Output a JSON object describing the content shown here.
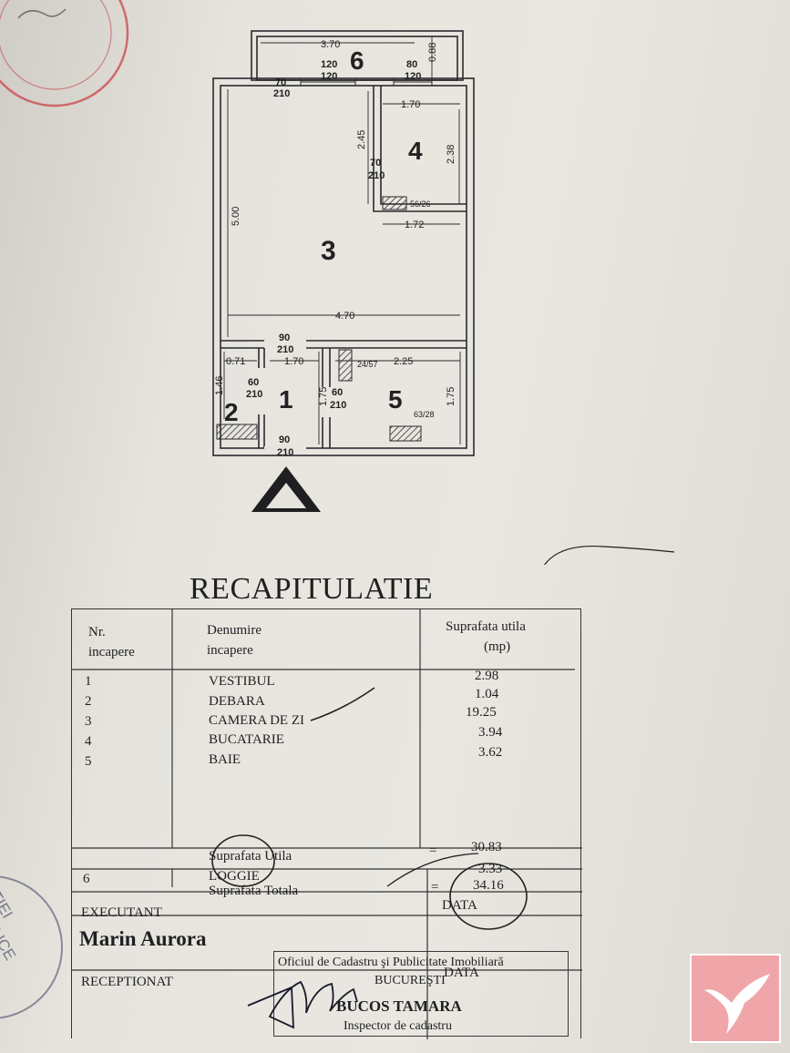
{
  "plan": {
    "rooms": [
      "1",
      "2",
      "3",
      "4",
      "5",
      "6"
    ],
    "dims": {
      "d370": "3.70",
      "d088": "0.88",
      "d170a": "1.70",
      "d245": "2.45",
      "d238": "2.38",
      "d172": "1.72",
      "d500": "5.00",
      "d470": "4.70",
      "d071": "0.71",
      "d170b": "1.70",
      "d225": "2.25",
      "d146": "1.46",
      "d175a": "1.75",
      "d175b": "1.75"
    },
    "openings": {
      "o120a_w": "120",
      "o120a_h": "120",
      "o80_w": "80",
      "o80_h": "120",
      "o70a_w": "70",
      "o70a_h": "210",
      "o70b_w": "70",
      "o70b_h": "210",
      "o90a_w": "90",
      "o90a_h": "210",
      "o60a_w": "60",
      "o60a_h": "210",
      "o60b_w": "60",
      "o60b_h": "210",
      "o90b_w": "90",
      "o90b_h": "210"
    },
    "ducts": {
      "k1": "56/26",
      "k2": "24/57",
      "k3": "63/28"
    }
  },
  "title": "RECAPITULATIE",
  "table": {
    "headers": {
      "nr": [
        "Nr.",
        "incapere"
      ],
      "name": [
        "Denumire",
        "incapere"
      ],
      "area": [
        "Suprafata utila",
        "(mp)"
      ]
    },
    "rows": [
      {
        "nr": "1",
        "name": "VESTIBUL",
        "area": "2.98"
      },
      {
        "nr": "2",
        "name": "DEBARA",
        "area": "1.04"
      },
      {
        "nr": "3",
        "name": "CAMERA DE ZI",
        "area": "19.25"
      },
      {
        "nr": "4",
        "name": "BUCATARIE",
        "area": "3.94"
      },
      {
        "nr": "5",
        "name": "BAIE",
        "area": "3.62"
      }
    ],
    "useful_label": "Suprafata Utila",
    "useful_eq": "=",
    "useful_value": "30.83",
    "loggia_nr": "6",
    "loggia_label": "LOGGIE",
    "loggia_value": "3.33",
    "total_label": "Suprafata Totala",
    "total_eq": "=",
    "total_value": "34.16",
    "executant_label": "EXECUTANT",
    "executant_name": "Marin Aurora",
    "data_label": "DATA",
    "receptionat_label": "RECEPTIONAT",
    "data_label2": "DATA"
  },
  "stamp": {
    "line1": "Oficiul de Cadastru şi Publicitate Imobiliară",
    "line2": "BUCUREŞTI",
    "line3": "BUCOS TAMARA",
    "line4": "Inspector de cadastru"
  },
  "seal_right_text": "ŢIEI PUBLICE"
}
